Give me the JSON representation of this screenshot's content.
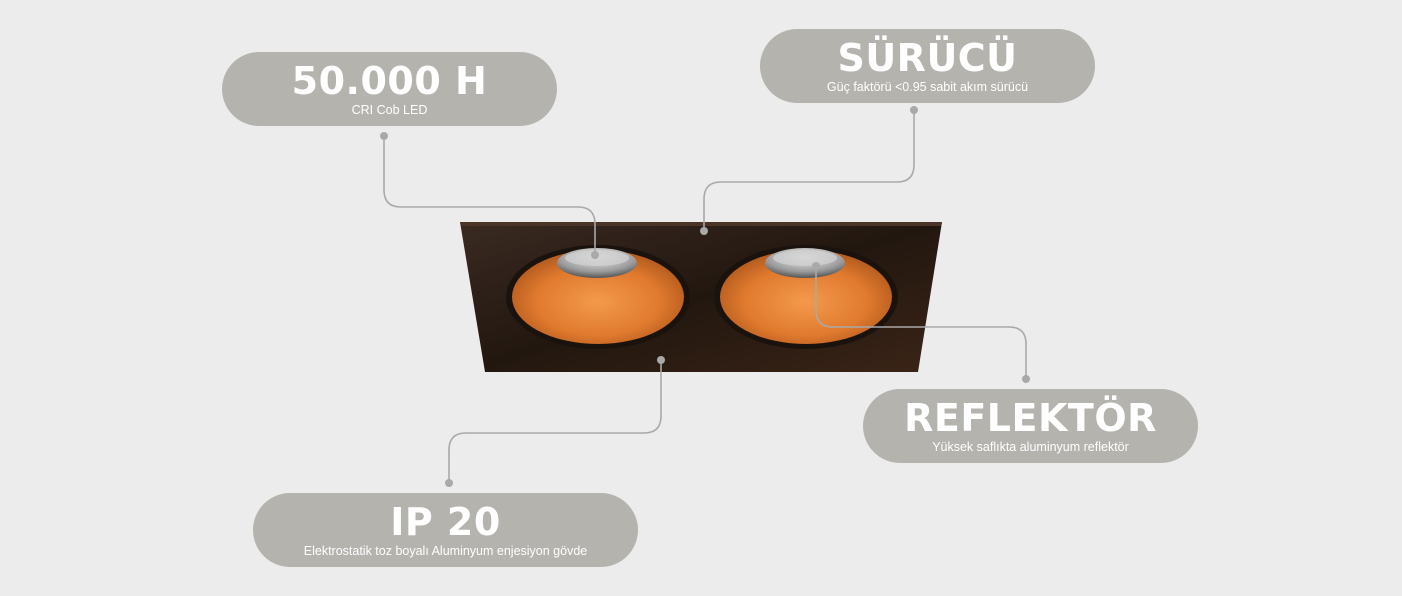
{
  "callouts": {
    "led": {
      "title": "50.000 H",
      "subtitle": "CRI Cob LED"
    },
    "driver": {
      "title": "SÜRÜCÜ",
      "subtitle": "Güç faktörü <0.95 sabit akım sürücü"
    },
    "reflector": {
      "title": "REFLEKTÖR",
      "subtitle": "Yüksek saflıkta aluminyum reflektör"
    },
    "ip": {
      "title": "IP 20",
      "subtitle": "Elektrostatik toz boyalı Aluminyum enjesiyon gövde"
    }
  },
  "colors": {
    "background": "#ececec",
    "pill": "#b5b3ae",
    "connector": "#a9a9a9",
    "housing": "#2a1d17",
    "reflector": "#e07a2e"
  }
}
